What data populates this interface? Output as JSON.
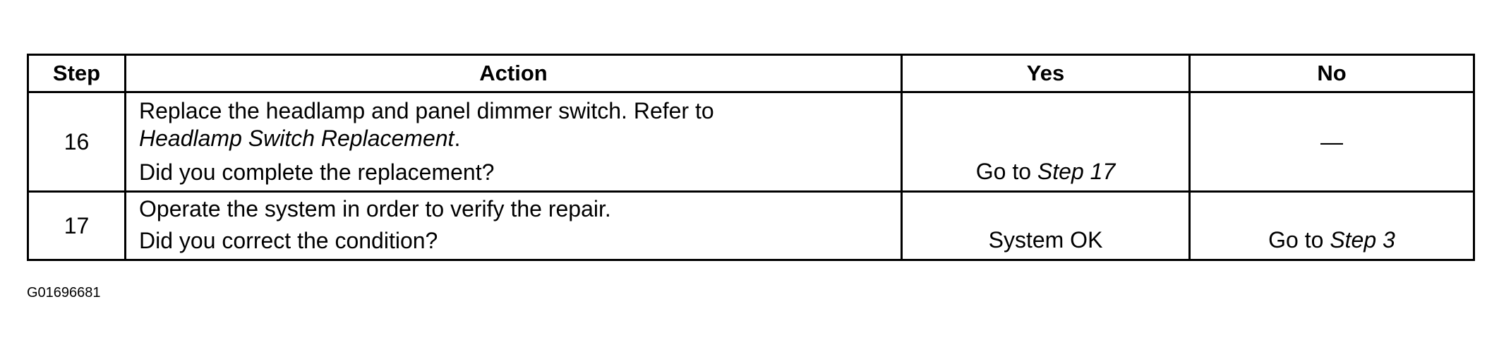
{
  "headers": {
    "step": "Step",
    "action": "Action",
    "yes": "Yes",
    "no": "No"
  },
  "rows": [
    {
      "step": "16",
      "action_text": "Replace the headlamp and panel dimmer switch. Refer to",
      "action_ref": "Headlamp Switch Replacement",
      "action_ref_suffix": ".",
      "question": "Did you complete the replacement?",
      "yes_prefix": "Go to ",
      "yes_ref": "Step 17",
      "no_text": "—"
    },
    {
      "step": "17",
      "action_text": "Operate the system in order to verify the repair.",
      "question": "Did you correct the condition?",
      "yes_text": "System OK",
      "no_prefix": "Go to ",
      "no_ref": "Step 3"
    }
  ],
  "figure_id": "G01696681"
}
